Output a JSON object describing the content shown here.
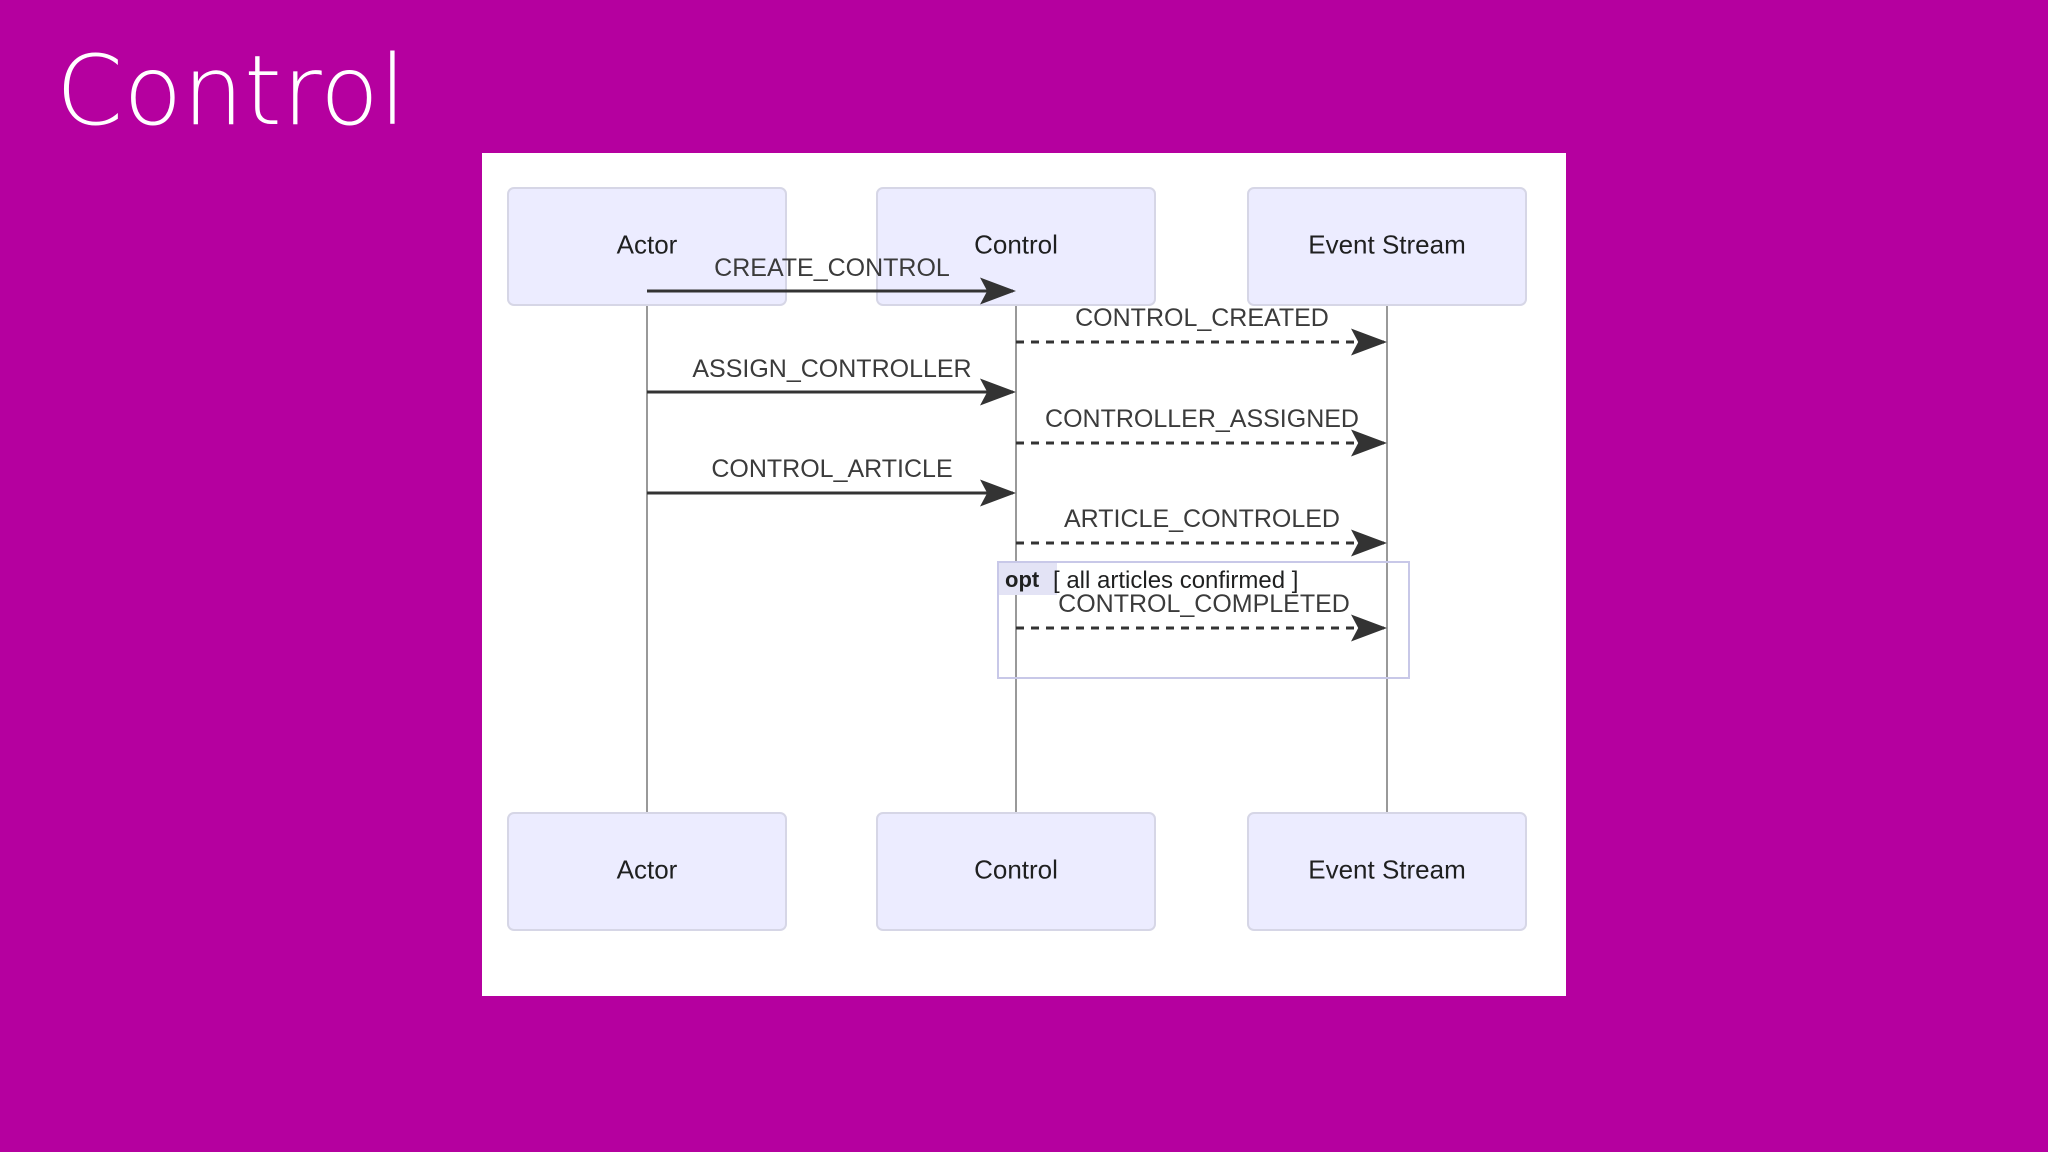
{
  "slide": {
    "title": "Control",
    "background_color": "#b5009f",
    "panel_background": "#ffffff"
  },
  "diagram": {
    "type": "sequence-diagram",
    "participant_box_fill": "#ececff",
    "participant_box_stroke": "#d6d6e6",
    "lifeline_color": "#999999",
    "message_color": "#333333",
    "fragment_stroke": "#c8c8e8",
    "fragment_label_fill": "#e3e3f5",
    "participants": [
      {
        "id": "actor",
        "label": "Actor"
      },
      {
        "id": "control",
        "label": "Control"
      },
      {
        "id": "event_stream",
        "label": "Event Stream"
      }
    ],
    "messages": [
      {
        "index": 0,
        "label": "CREATE_CONTROL",
        "from": "actor",
        "to": "control",
        "line": "solid"
      },
      {
        "index": 1,
        "label": "CONTROL_CREATED",
        "from": "control",
        "to": "event_stream",
        "line": "dashed"
      },
      {
        "index": 2,
        "label": "ASSIGN_CONTROLLER",
        "from": "actor",
        "to": "control",
        "line": "solid"
      },
      {
        "index": 3,
        "label": "CONTROLLER_ASSIGNED",
        "from": "control",
        "to": "event_stream",
        "line": "dashed"
      },
      {
        "index": 4,
        "label": "CONTROL_ARTICLE",
        "from": "actor",
        "to": "control",
        "line": "solid"
      },
      {
        "index": 5,
        "label": "ARTICLE_CONTROLED",
        "from": "control",
        "to": "event_stream",
        "line": "dashed"
      }
    ],
    "fragment": {
      "kind": "opt",
      "condition": "[ all articles confirmed ]",
      "messages": [
        {
          "index": 6,
          "label": "CONTROL_COMPLETED",
          "from": "control",
          "to": "event_stream",
          "line": "dashed"
        }
      ]
    },
    "footer_participants": [
      {
        "id": "actor",
        "label": "Actor"
      },
      {
        "id": "control",
        "label": "Control"
      },
      {
        "id": "event_stream",
        "label": "Event Stream"
      }
    ]
  }
}
